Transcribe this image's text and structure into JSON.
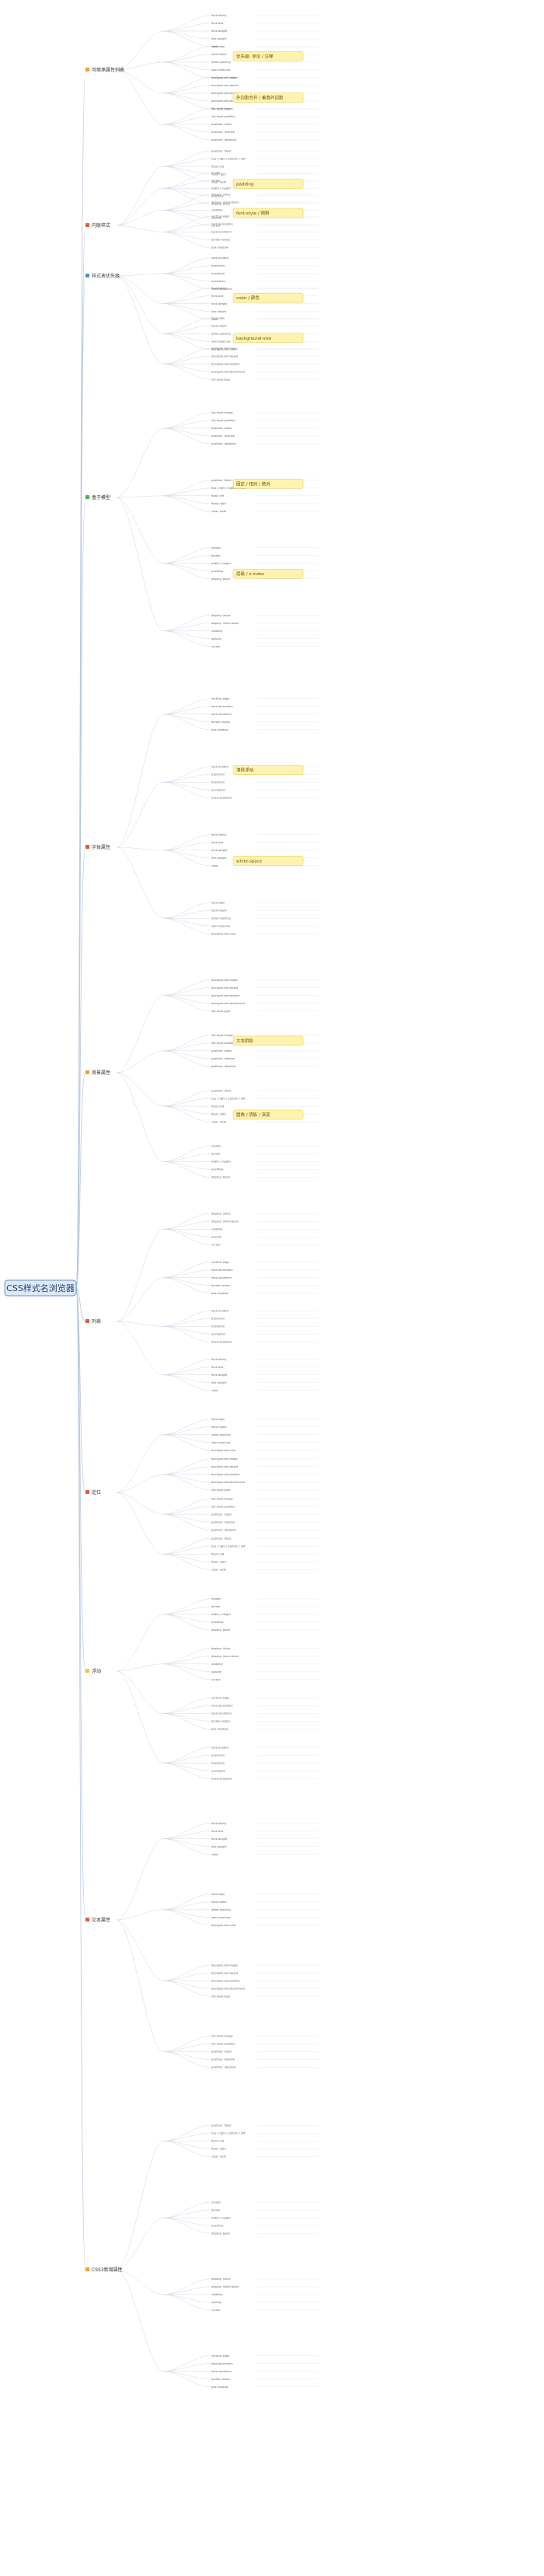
{
  "root": {
    "label": "CSS样式名浏览器"
  },
  "colors": {
    "branch_line": "#b8c7dd",
    "highlight_fill": "#fff3b0",
    "root_fill": "#dde9f8",
    "bullet_red": "#e05a3c",
    "bullet_orange": "#f0a030",
    "bullet_blue": "#4a8fd6",
    "bullet_green": "#4caf50",
    "bullet_yellow": "#e6c84a"
  },
  "sections": [
    {
      "label": "可继承属性列表",
      "icon": "orange-square-icon",
      "top": true
    },
    {
      "label": "内联样式",
      "icon": "red-square-icon"
    },
    {
      "label": "样式表优先级",
      "icon": "blue-square-icon"
    },
    {
      "label": "盒子模型",
      "icon": "green-square-icon"
    },
    {
      "label": "字体属性",
      "icon": "red-square-icon"
    },
    {
      "label": "背景属性",
      "icon": "orange-square-icon"
    },
    {
      "label": "列表",
      "icon": "red-square-icon"
    },
    {
      "label": "定位",
      "icon": "red-square-icon"
    },
    {
      "label": "浮动",
      "icon": "yellow-square-icon"
    },
    {
      "label": "文本属性",
      "icon": "red-square-icon"
    },
    {
      "label": "CSS3新增属性",
      "icon": "orange-square-icon"
    }
  ],
  "highlights": [
    "优先级: 评论 / 注释",
    "外边距合并 / 垂直外边距",
    "padding",
    "font-style / 倾斜",
    "color / 颜色",
    "background-size",
    "固定 / 相对 / 绝对",
    "层级 / z-index",
    "清除浮动",
    "white-space",
    "文本阴影",
    "圆角 / 阴影 / 渐变"
  ],
  "leaves": [
    "font-family",
    "font-size",
    "font-weight",
    "line-height",
    "color",
    "text-align",
    "text-indent",
    "letter-spacing",
    "word-spacing",
    "background-color",
    "background-image",
    "background-repeat",
    "background-position",
    "background-attachment",
    "list-style-type",
    "list-style-image",
    "list-style-position",
    "position: static",
    "position: relative",
    "position: absolute",
    "position: fixed",
    "top / right / bottom / left",
    "float: left",
    "float: right",
    "clear: both",
    "margin",
    "border",
    "width / height",
    "overflow",
    "display: block",
    "display: inline",
    "display: inline-block",
    "visibility",
    "opacity",
    "cursor",
    "vertical-align",
    "text-decoration",
    "text-transform",
    "border-radius",
    "box-shadow",
    "text-shadow",
    "transform",
    "transition",
    "animation",
    "linear-gradient"
  ]
}
